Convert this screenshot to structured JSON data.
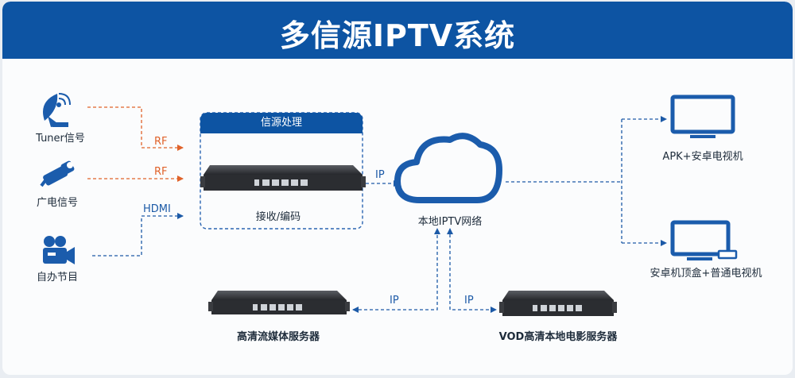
{
  "title": "多信源IPTV系统",
  "sources": {
    "tuner": "Tuner信号",
    "cable": "广电信号",
    "own_program": "自办节目"
  },
  "signals": {
    "rf1": "RF",
    "rf2": "RF",
    "hdmi": "HDMI",
    "ip_encoder": "IP",
    "ip_stream": "IP",
    "ip_vod": "IP"
  },
  "processing": {
    "box_title": "信源处理",
    "device_label": "接收/编码"
  },
  "network": {
    "label": "本地IPTV网络"
  },
  "outputs": {
    "android_tv": "APK+安卓电视机",
    "stb_tv": "安卓机顶盒+普通电视机"
  },
  "servers": {
    "streaming": "高清流媒体服务器",
    "vod": "VOD高清本地电影服务器"
  },
  "colors": {
    "brand_blue": "#0d54a3",
    "signal_orange": "#e0622a"
  }
}
